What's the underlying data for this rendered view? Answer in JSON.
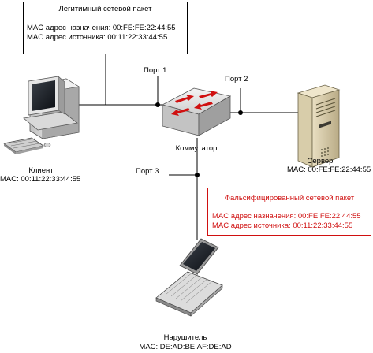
{
  "legit_packet": {
    "title": "Легитимный сетевой пакет",
    "dest_line": "MAC  адрес назначения: 00:FE:FE:22:44:55",
    "src_line": "MAC  адрес источника: 00:11:22:33:44:55"
  },
  "fake_packet": {
    "title": "Фальсифицированный сетевой пакет",
    "dest_line": "MAC  адрес назначения: 00:FE:FE:22:44:55",
    "src_line": "MAC  адрес источника: 00:11:22:33:44:55"
  },
  "ports": {
    "p1": "Порт 1",
    "p2": "Порт 2",
    "p3": "Порт 3"
  },
  "switch": {
    "label": "Коммутатор"
  },
  "client": {
    "label": "Клиент",
    "mac": "MAC: 00:11:22:33:44:55"
  },
  "server": {
    "label": "Сервер",
    "mac": "MAC: 00:FE:FE:22:44:55"
  },
  "attacker": {
    "label": "Нарушитель",
    "mac": "MAC: DE:AD:BE:AF:DE:AD"
  },
  "colors": {
    "accent": "#d01010",
    "line": "#000000"
  },
  "icons": [
    "desktop-computer-icon",
    "network-switch-icon",
    "server-tower-icon",
    "laptop-icon"
  ]
}
